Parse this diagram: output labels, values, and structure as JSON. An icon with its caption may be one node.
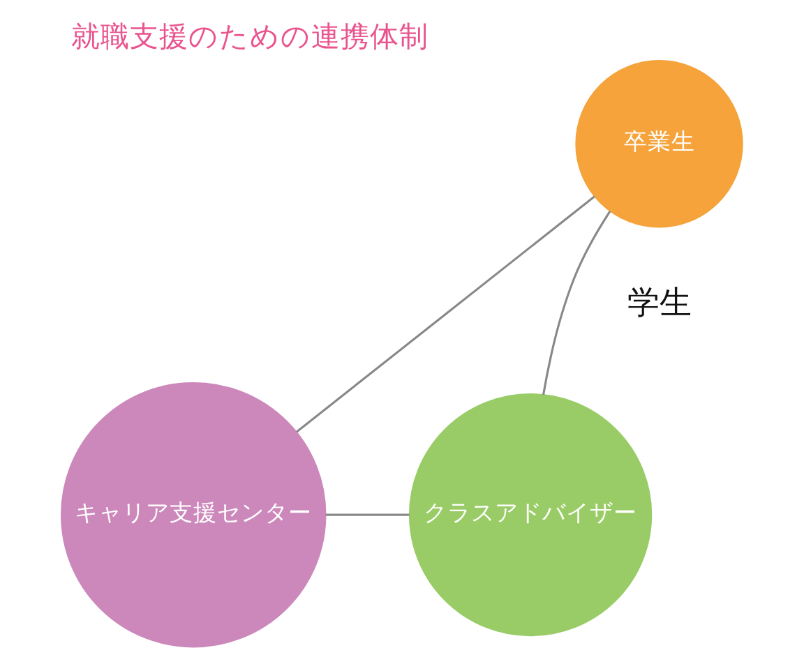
{
  "diagram": {
    "title": "就職支援のための連携体制",
    "nodes": [
      {
        "text": [
          "卒業生"
        ]
      },
      {
        "text": [
          "キャリア支援センター"
        ]
      },
      {
        "text": [
          "クラスアドバイザー"
        ]
      },
      {
        "text": [
          "学生"
        ]
      }
    ],
    "edges": [
      {
        "from": 0,
        "to": 1,
        "arrow": "none"
      },
      {
        "from": 0,
        "to": 2,
        "arrow": "none"
      },
      {
        "from": 1,
        "to": 2,
        "arrow": "none"
      }
    ]
  }
}
